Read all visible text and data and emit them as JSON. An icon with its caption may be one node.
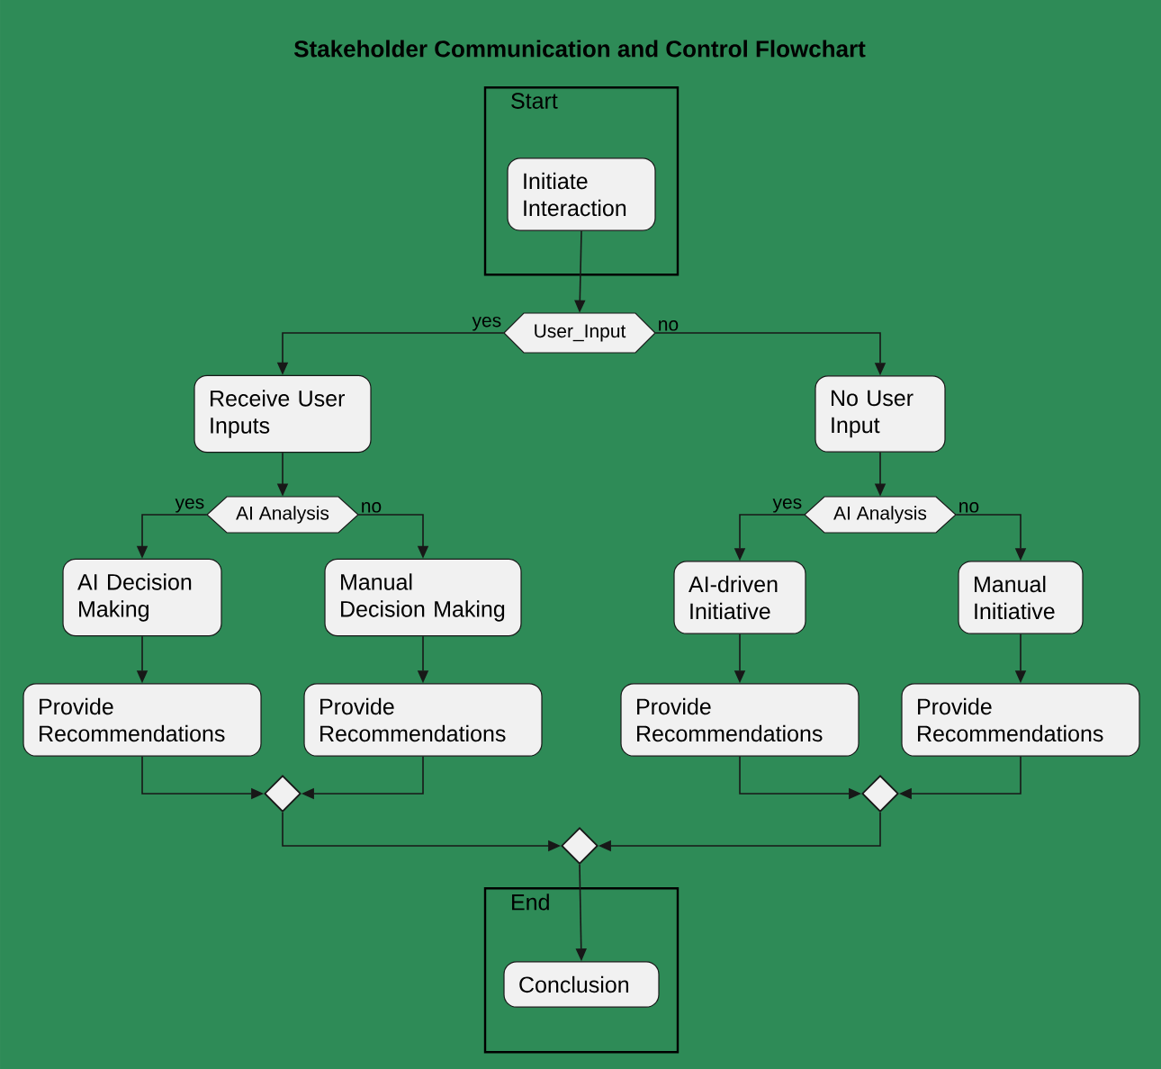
{
  "diagram": {
    "title": "Stakeholder Communication and Control Flowchart",
    "nodes": [
      {
        "text": [
          "Start"
        ]
      },
      {
        "text": [
          "Initiate Interaction"
        ],
        "in": 0
      },
      {
        "text": [
          "User_Input"
        ]
      },
      {
        "text": [
          "Receive User Inputs"
        ]
      },
      {
        "text": [
          "No User Input"
        ]
      },
      {
        "text": [
          "AI Analysis"
        ]
      },
      {
        "text": [
          "AI Analysis"
        ]
      },
      {
        "text": [
          "AI Decision Making"
        ]
      },
      {
        "text": [
          "Manual Decision Making"
        ]
      },
      {
        "text": [
          "AI-driven Initiative"
        ]
      },
      {
        "text": [
          "Manual Initiative"
        ]
      },
      {
        "text": [
          "Provide Recommendations"
        ]
      },
      {
        "text": [
          "Provide Recommendations"
        ]
      },
      {
        "text": [
          "Provide Recommendations"
        ]
      },
      {
        "text": [
          "Provide Recommendations"
        ]
      },
      {
        "text": [],
        "shape": "diamond"
      },
      {
        "text": [],
        "shape": "diamond"
      },
      {
        "text": [],
        "shape": "diamond"
      },
      {
        "text": [
          "End"
        ]
      },
      {
        "text": [
          "Conclusion"
        ],
        "in": 18
      }
    ],
    "edges": [
      {
        "from": 1,
        "to": 2,
        "arrow": "to"
      },
      {
        "from": 2,
        "to": 3,
        "arrow": "to",
        "label": "yes"
      },
      {
        "from": 2,
        "to": 4,
        "arrow": "to",
        "label": "no"
      },
      {
        "from": 3,
        "to": 5,
        "arrow": "to"
      },
      {
        "from": 4,
        "to": 6,
        "arrow": "to"
      },
      {
        "from": 5,
        "to": 7,
        "arrow": "to",
        "label": "yes"
      },
      {
        "from": 5,
        "to": 8,
        "arrow": "to",
        "label": "no"
      },
      {
        "from": 6,
        "to": 9,
        "arrow": "to",
        "label": "yes"
      },
      {
        "from": 6,
        "to": 10,
        "arrow": "to",
        "label": "no"
      },
      {
        "from": 7,
        "to": 11,
        "arrow": "to"
      },
      {
        "from": 8,
        "to": 12,
        "arrow": "to"
      },
      {
        "from": 9,
        "to": 13,
        "arrow": "to"
      },
      {
        "from": 10,
        "to": 14,
        "arrow": "to"
      },
      {
        "from": 11,
        "to": 15,
        "arrow": "to"
      },
      {
        "from": 12,
        "to": 15,
        "arrow": "to"
      },
      {
        "from": 13,
        "to": 16,
        "arrow": "to"
      },
      {
        "from": 14,
        "to": 16,
        "arrow": "to"
      },
      {
        "from": 15,
        "to": 17,
        "arrow": "to"
      },
      {
        "from": 16,
        "to": 17,
        "arrow": "to"
      },
      {
        "from": 17,
        "to": 19,
        "arrow": "to"
      }
    ]
  }
}
